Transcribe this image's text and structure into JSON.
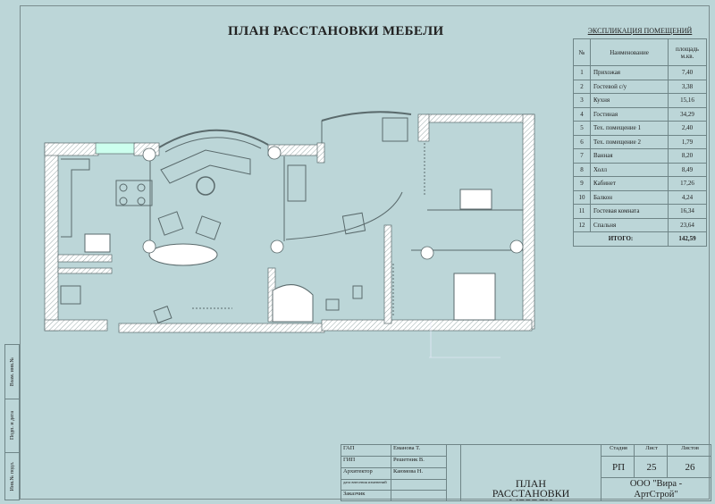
{
  "title": "ПЛАН РАССТАНОВКИ МЕБЕЛИ",
  "explication": {
    "title": "ЭКСПЛИКАЦИЯ ПОМЕЩЕНИЙ",
    "headers": {
      "num": "№",
      "name": "Наименование",
      "area": "площадь м.кв."
    },
    "rows": [
      {
        "n": "1",
        "name": "Прихожая",
        "area": "7,40"
      },
      {
        "n": "2",
        "name": "Гостевой с/у",
        "area": "3,38"
      },
      {
        "n": "3",
        "name": "Кухня",
        "area": "15,16"
      },
      {
        "n": "4",
        "name": "Гостиная",
        "area": "34,29"
      },
      {
        "n": "5",
        "name": "Тех. помещение 1",
        "area": "2,40"
      },
      {
        "n": "6",
        "name": "Тех. помещение 2",
        "area": "1,79"
      },
      {
        "n": "7",
        "name": "Ванная",
        "area": "8,20"
      },
      {
        "n": "8",
        "name": "Холл",
        "area": "8,49"
      },
      {
        "n": "9",
        "name": "Кабинет",
        "area": "17,26"
      },
      {
        "n": "10",
        "name": "Балкон",
        "area": "4,24"
      },
      {
        "n": "11",
        "name": "Гостевая комната",
        "area": "16,34"
      },
      {
        "n": "12",
        "name": "Спальня",
        "area": "23,64"
      }
    ],
    "total_label": "ИТОГО:",
    "total": "142,59"
  },
  "stamp": {
    "roles": [
      {
        "role": "ГАП",
        "name": "Еманова Т."
      },
      {
        "role": "ГИП",
        "name": "Решетник В."
      },
      {
        "role": "Архитектор",
        "name": "Каюмова Н."
      },
      {
        "role": "дата внесения изменений",
        "name": ""
      },
      {
        "role": "Заказчик",
        "name": ""
      }
    ],
    "drawing_title": "ПЛАН РАССТАНОВКИ МЕБЕЛИ",
    "stage_label": "Стадия",
    "sheet_label": "Лист",
    "sheets_label": "Листов",
    "stage": "РП",
    "sheet": "25",
    "sheets": "26",
    "company": "ООО \"Вира - АртСтрой\""
  },
  "side_stamp": [
    "Взам. инв.№",
    "Подп. и дата",
    "Инв.№ подл."
  ],
  "colors": {
    "background": "#bcd6d8",
    "wall": "#ffffff",
    "line": "#5a6a6c"
  }
}
